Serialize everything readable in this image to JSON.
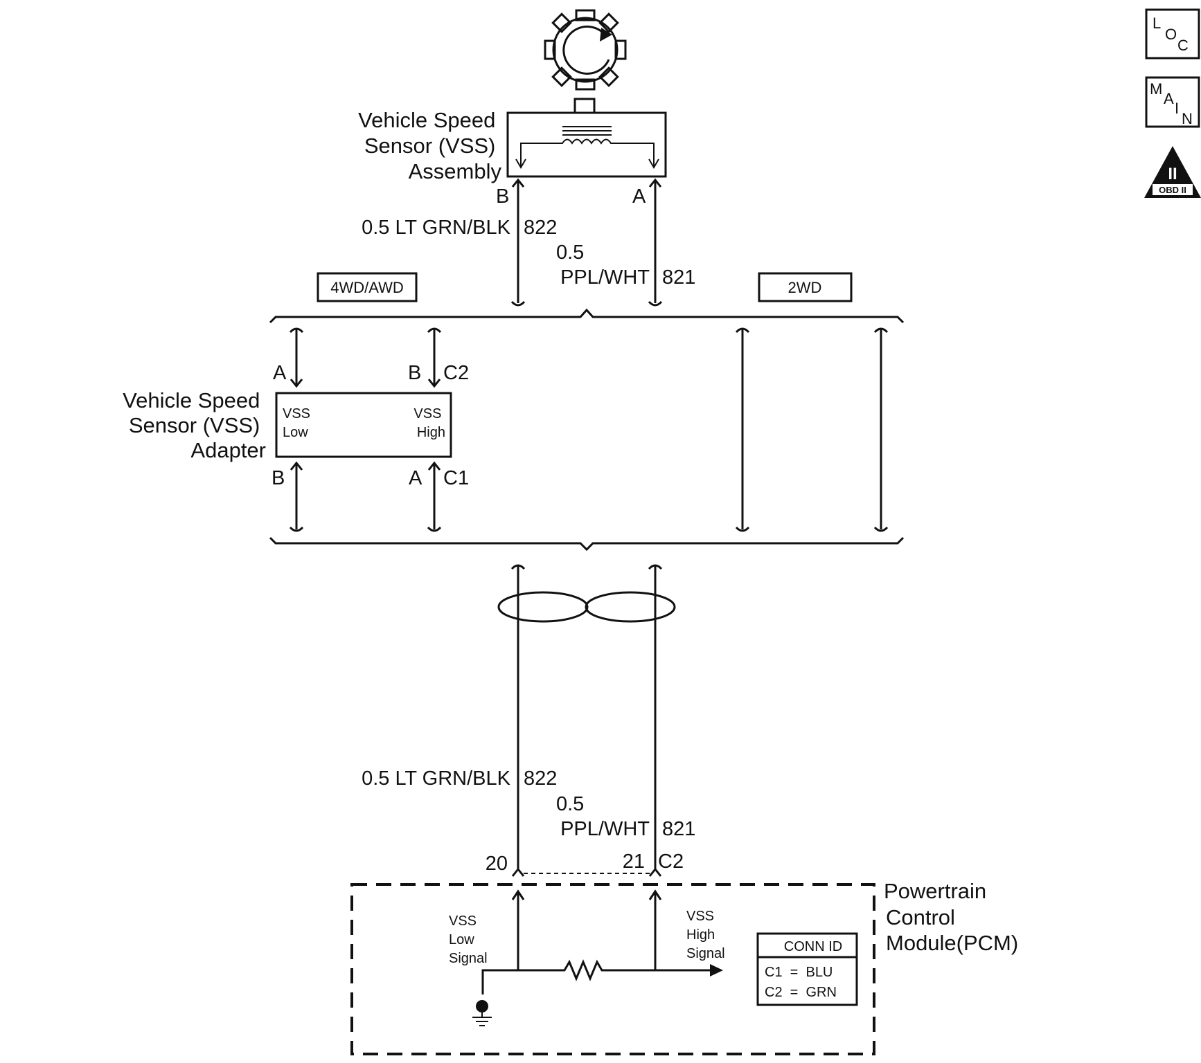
{
  "vss_assembly": {
    "label_lines": [
      "Vehicle Speed",
      "Sensor (VSS)",
      "Assembly"
    ],
    "pin_left": "B",
    "pin_right": "A"
  },
  "wires_top": {
    "low": {
      "gauge_color": "0.5 LT GRN/BLK",
      "circuit": "822"
    },
    "high": {
      "gauge": "0.5",
      "color": "PPL/WHT",
      "circuit": "821"
    }
  },
  "variants": {
    "left": "4WD/AWD",
    "right": "2WD"
  },
  "vss_adapter": {
    "label_lines": [
      "Vehicle Speed",
      "Sensor (VSS)",
      "Adapter"
    ],
    "in_left_pin": "A",
    "in_right_pin": "B",
    "in_connector": "C2",
    "out_left_pin": "B",
    "out_right_pin": "A",
    "out_connector": "C1",
    "low_lines": [
      "VSS",
      "Low"
    ],
    "high_lines": [
      "VSS",
      "High"
    ]
  },
  "wires_bottom": {
    "low": {
      "gauge_color": "0.5 LT GRN/BLK",
      "circuit": "822"
    },
    "high": {
      "gauge": "0.5",
      "color": "PPL/WHT",
      "circuit": "821"
    }
  },
  "pcm": {
    "pin_low": "20",
    "pin_high": "21",
    "connector": "C2",
    "label_lines": [
      "Powertrain",
      "Control",
      "Module(PCM)"
    ],
    "low_signal_lines": [
      "VSS",
      "Low",
      "Signal"
    ],
    "high_signal_lines": [
      "VSS",
      "High",
      "Signal"
    ],
    "conn_id": {
      "title": "CONN ID",
      "rows": [
        "C1  =  BLU",
        "C2  =  GRN"
      ]
    }
  },
  "nav_icons": {
    "loc": [
      "L",
      "O",
      "C"
    ],
    "main": [
      "M",
      "A",
      "I",
      "N"
    ],
    "obd": {
      "numeral": "II",
      "label": "OBD II"
    }
  }
}
